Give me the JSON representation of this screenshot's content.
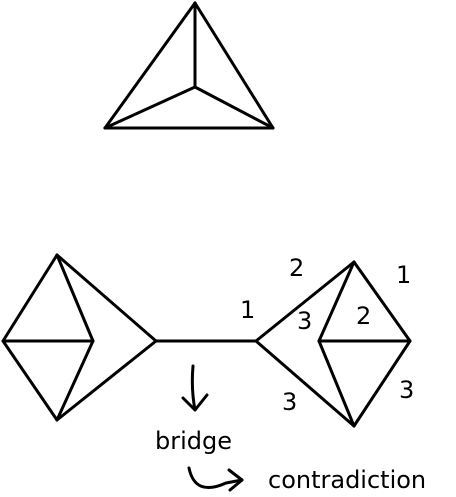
{
  "labels": {
    "bridge": "bridge",
    "contradiction": "contradiction"
  },
  "edge_labels": {
    "bridge_edge": "1",
    "right_upper_outer": "2",
    "right_inner_left": "3",
    "right_lower_outer": "3",
    "right_top_right": "1",
    "right_middle": "2",
    "right_bottom_right": "3"
  },
  "colors": {
    "stroke": "#000000",
    "background": "#ffffff"
  }
}
